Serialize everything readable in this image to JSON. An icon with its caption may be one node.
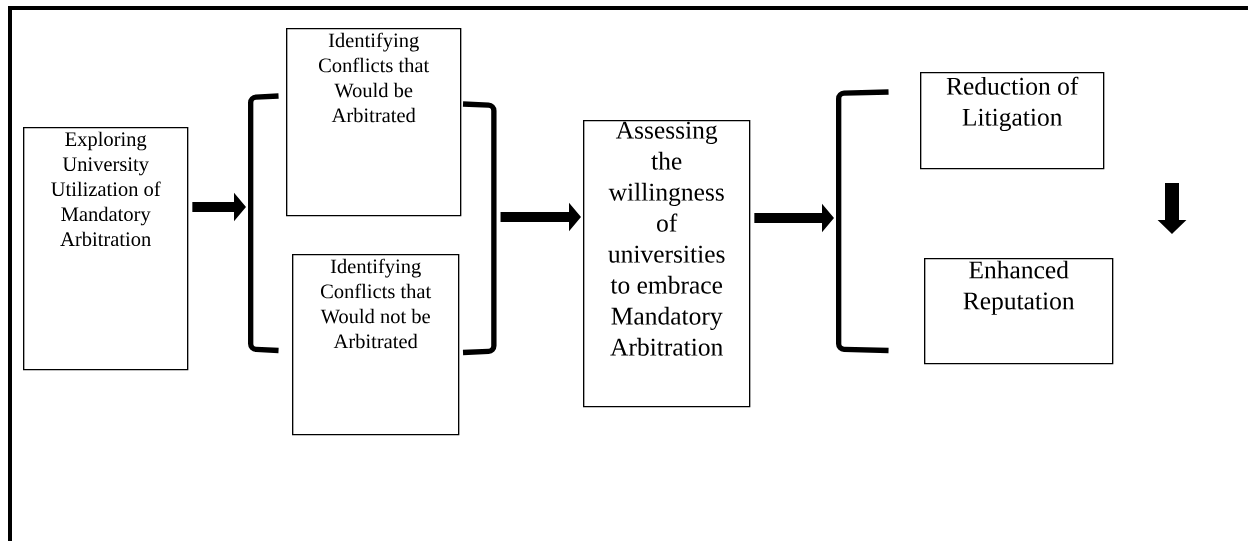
{
  "diagram": {
    "nodes": [
      {
        "text": [
          "Exploring University Utilization of Mandatory Arbitration"
        ]
      },
      {
        "text": [],
        "shape": "bracket"
      },
      {
        "text": [
          "Identifying Conflicts that Would be Arbitrated"
        ]
      },
      {
        "text": [
          "Identifying Conflicts that Would not be Arbitrated"
        ]
      },
      {
        "text": [],
        "shape": "bracket"
      },
      {
        "text": [
          "Assessing the willingness of universities to embrace Mandatory Arbitration"
        ]
      },
      {
        "text": [],
        "shape": "bracket"
      },
      {
        "text": [
          "Reduction of Litigation"
        ]
      },
      {
        "text": [
          "Enhanced Reputation"
        ]
      }
    ],
    "edges": [
      {
        "from": 0,
        "to": 1,
        "arrow": "to"
      },
      {
        "from": 4,
        "to": 5,
        "arrow": "to"
      },
      {
        "from": 5,
        "to": 6,
        "arrow": "to"
      }
    ]
  }
}
